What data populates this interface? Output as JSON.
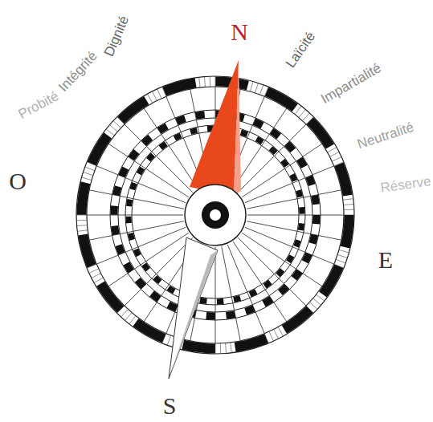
{
  "diagram": {
    "labels": [
      "N",
      "O",
      "E",
      "S",
      "Probité",
      "Intégrité",
      "Dignité",
      "Laïcité",
      "Impartialité",
      "Neutralité",
      "Réserve"
    ]
  }
}
